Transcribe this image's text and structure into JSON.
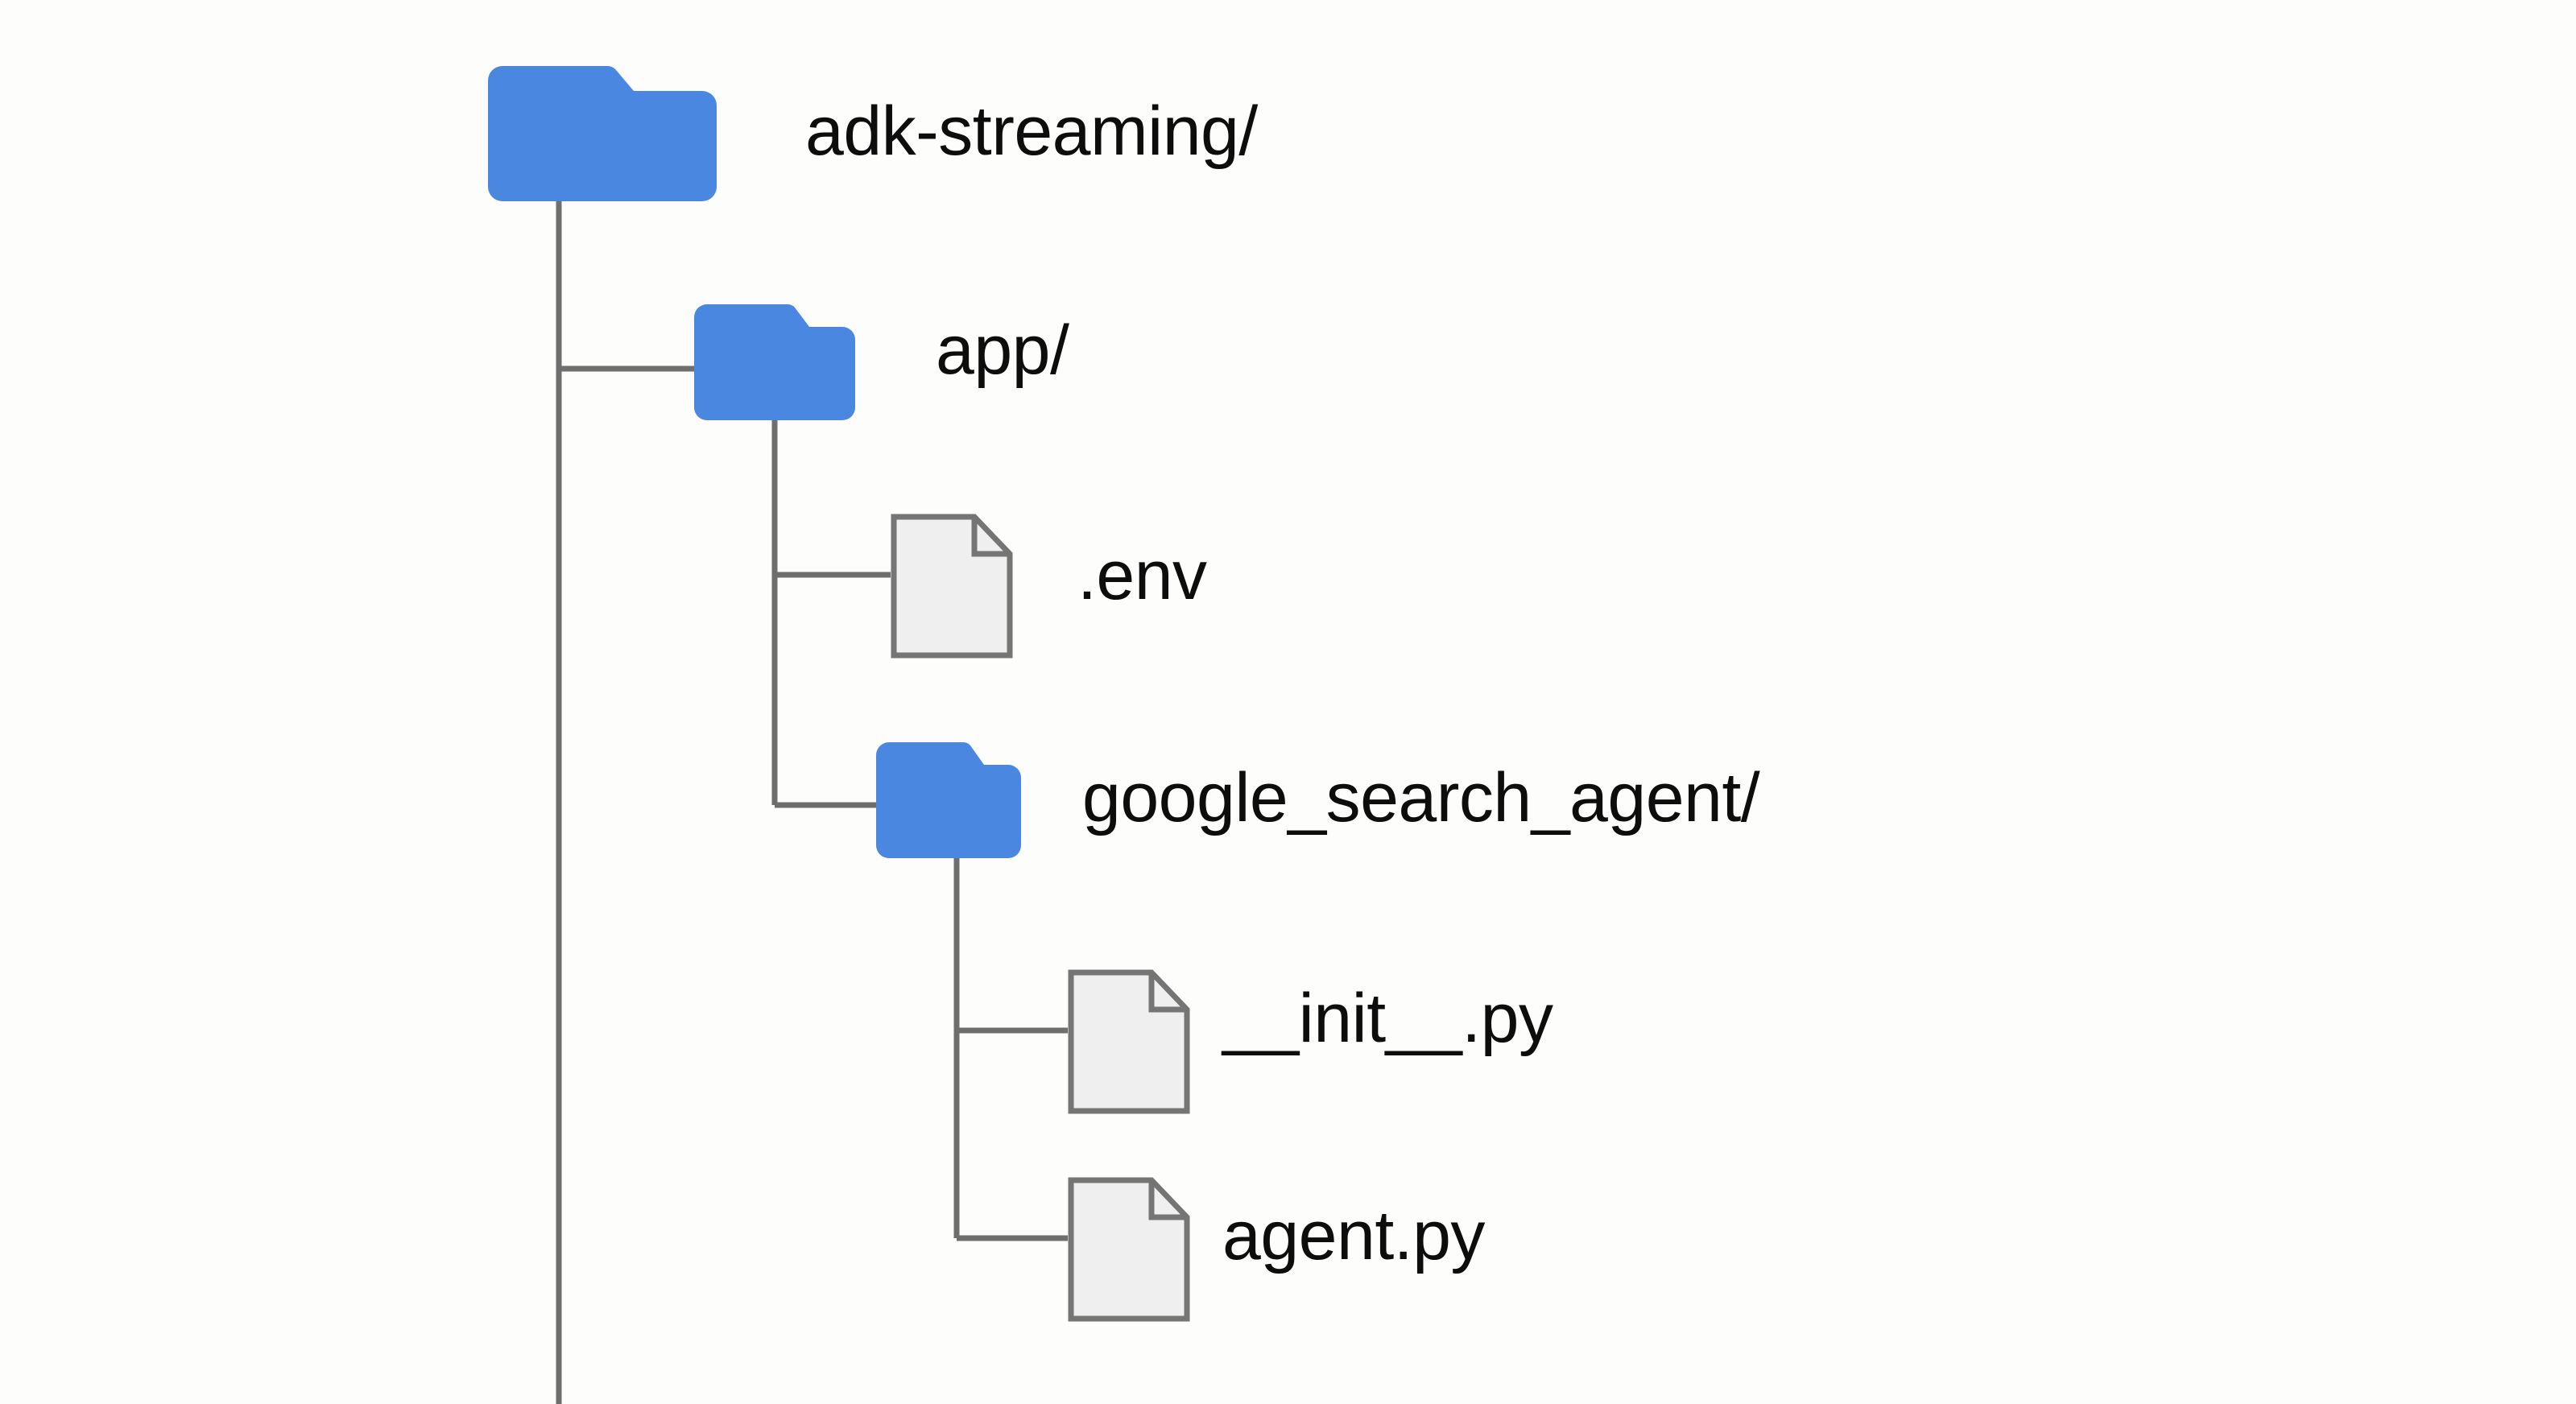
{
  "diagram": {
    "type": "file-tree",
    "title_node": "adk-streaming/",
    "background_color": "#fdfdfb",
    "folder_color": "#4a87e0",
    "file_fill_color": "#efefef",
    "file_border_color": "#757575",
    "connector_color": "#6e6e6e",
    "text_color": "#0d0d0d"
  },
  "nodes": {
    "root": {
      "label": "adk-streaming/",
      "icon": "folder-icon",
      "depth": 0
    },
    "app": {
      "label": "app/",
      "icon": "folder-icon",
      "depth": 1
    },
    "env": {
      "label": ".env",
      "icon": "file-icon",
      "depth": 2
    },
    "google_search_agent": {
      "label": "google_search_agent/",
      "icon": "folder-icon",
      "depth": 2
    },
    "init_py": {
      "label": "__init__.py",
      "icon": "file-icon",
      "depth": 3
    },
    "agent_py": {
      "label": "agent.py",
      "icon": "file-icon",
      "depth": 3
    }
  },
  "tree_order": [
    "adk-streaming/",
    "app/",
    ".env",
    "google_search_agent/",
    "__init__.py",
    "agent.py"
  ]
}
